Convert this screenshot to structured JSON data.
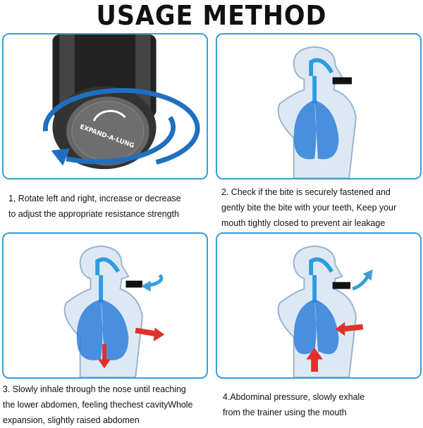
{
  "title": "USAGE METHOD",
  "steps": [
    {
      "lines": [
        "1, Rotate left and right, increase or  decrease",
        "to adjust the appropriate resistance strength"
      ],
      "device_label": "EXPAND-A-LUNG"
    },
    {
      "lines": [
        "2. Check if the bite is securely fastened and",
        "gently bite the bite with your teeth, Keep your",
        "mouth tightly closed to prevent air leakage"
      ]
    },
    {
      "lines": [
        "3. Slowly inhale through the nose until reaching",
        "the lower abdomen, feeling thechest cavityWhole",
        "expansion, slightly raised abdomen"
      ]
    },
    {
      "lines": [
        "4.Abdominal pressure, slowly exhale",
        "from the trainer using the mouth"
      ]
    }
  ],
  "colors": {
    "border": "#3a9fd8",
    "lung": "#2f7fd8",
    "arrow_red": "#e0302a",
    "arrow_blue": "#3a9fd8"
  }
}
